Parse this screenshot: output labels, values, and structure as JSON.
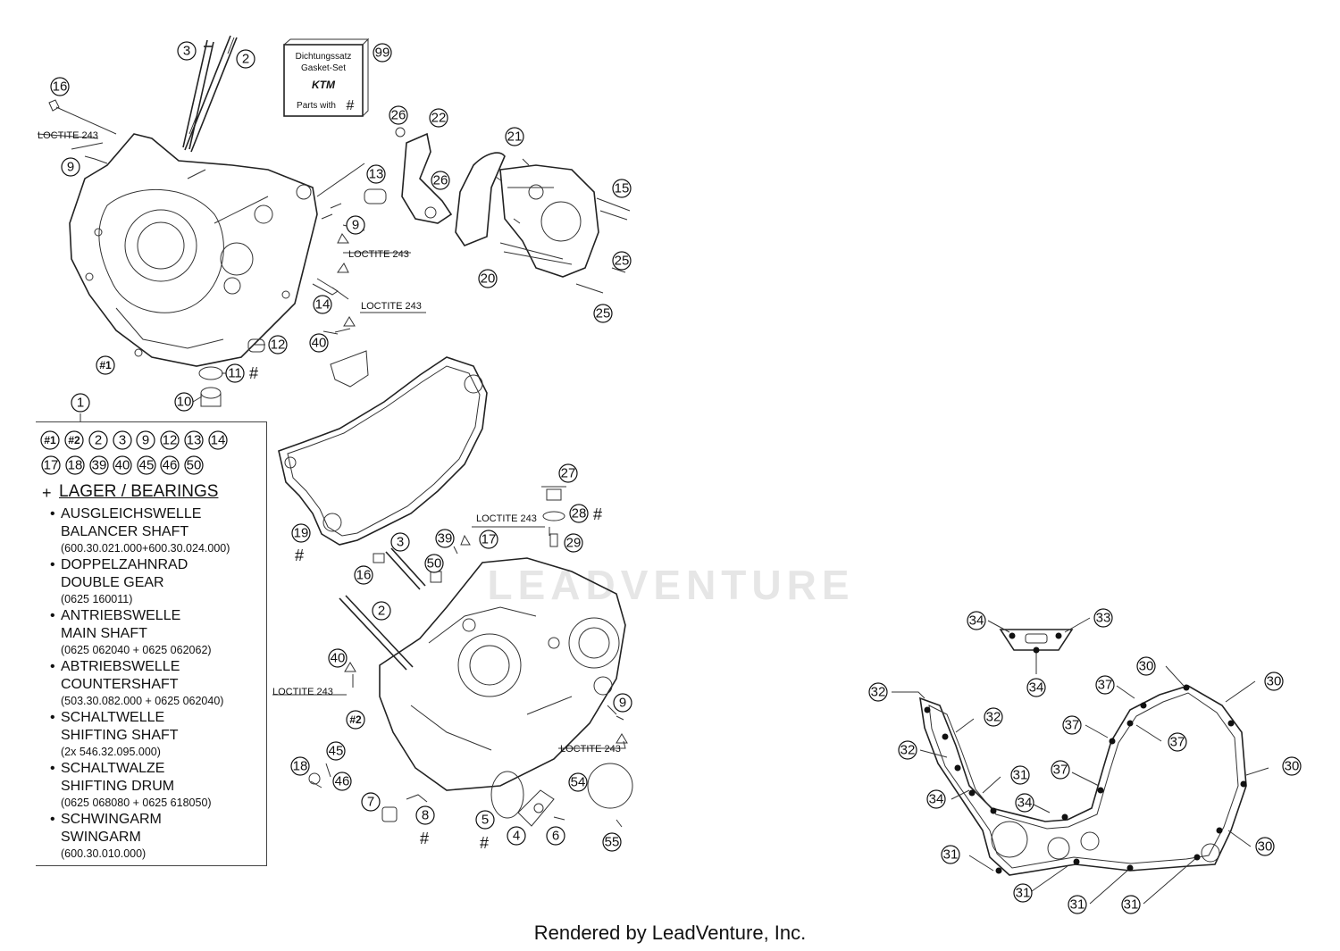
{
  "gasket_set": {
    "line1": "Dichtungssatz",
    "line2": "Gasket-Set",
    "brand": "KTM",
    "line3": "Parts with",
    "hash": "#"
  },
  "loctite_label": "LOCTITE 243",
  "hash_symbol": "#",
  "callouts": {
    "c1": "1",
    "c2a": "2",
    "c2b": "2",
    "c3a": "3",
    "c3b": "3",
    "c4": "4",
    "c5": "5",
    "c6": "6",
    "c7": "7",
    "c8": "8",
    "c9a": "9",
    "c9b": "9",
    "c9c": "9",
    "c10": "10",
    "c11": "11",
    "c12": "12",
    "c13": "13",
    "c14": "14",
    "c15": "15",
    "c16a": "16",
    "c16b": "16",
    "c17": "17",
    "c18": "18",
    "c19": "19",
    "c20": "20",
    "c21": "21",
    "c22": "22",
    "c25a": "25",
    "c25b": "25",
    "c26a": "26",
    "c26b": "26",
    "c27": "27",
    "c28": "28",
    "c29": "29",
    "c39": "39",
    "c40a": "40",
    "c40b": "40",
    "c45": "45",
    "c46": "46",
    "c50": "50",
    "c54": "54",
    "c55": "55",
    "c99": "99",
    "h1": "#1",
    "h2": "#2",
    "g30a": "30",
    "g30b": "30",
    "g30c": "30",
    "g30d": "30",
    "g31a": "31",
    "g31b": "31",
    "g31c": "31",
    "g31d": "31",
    "g31e": "31",
    "g32a": "32",
    "g32b": "32",
    "g32c": "32",
    "g33": "33",
    "g34a": "34",
    "g34b": "34",
    "g34c": "34",
    "g34d": "34",
    "g37a": "37",
    "g37b": "37",
    "g37c": "37",
    "g37d": "37"
  },
  "legend": {
    "row1": [
      "#1",
      "#2",
      "2",
      "3",
      "9",
      "12",
      "13",
      "14"
    ],
    "row2": [
      "17",
      "18",
      "39",
      "40",
      "45",
      "46",
      "50"
    ],
    "title_prefix": "+",
    "title": "LAGER / BEARINGS",
    "items": [
      {
        "de": "AUSGLEICHSWELLE",
        "en": "BALANCER SHAFT",
        "nums": "(600.30.021.000+600.30.024.000)"
      },
      {
        "de": "DOPPELZAHNRAD",
        "en": "DOUBLE GEAR",
        "nums": "(0625 160011)"
      },
      {
        "de": "ANTRIEBSWELLE",
        "en": "MAIN SHAFT",
        "nums": "(0625 062040 + 0625 062062)"
      },
      {
        "de": "ABTRIEBSWELLE",
        "en": "COUNTERSHAFT",
        "nums": "(503.30.082.000 + 0625 062040)"
      },
      {
        "de": "SCHALTWELLE",
        "en": "SHIFTING SHAFT",
        "nums": "(2x 546.32.095.000)"
      },
      {
        "de": "SCHALTWALZE",
        "en": "SHIFTING DRUM",
        "nums": "(0625 068080 + 0625 618050)"
      },
      {
        "de": "SCHWINGARM",
        "en": "SWINGARM",
        "nums": "(600.30.010.000)"
      }
    ]
  },
  "watermark": "LEADVENTURE",
  "footer": "Rendered by LeadVenture, Inc."
}
